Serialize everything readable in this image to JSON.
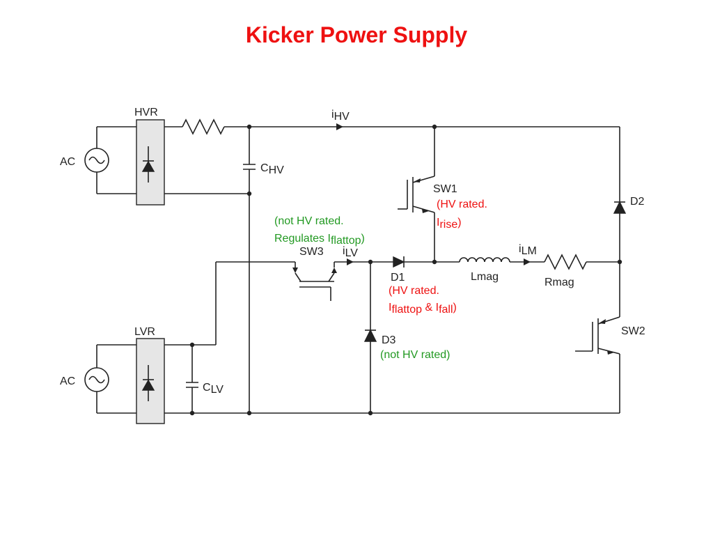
{
  "title": "Kicker Power Supply",
  "labels": {
    "hvr": "HVR",
    "lvr": "LVR",
    "ac": "AC",
    "c_hv": "C",
    "c_hv_sub": "HV",
    "c_lv": "C",
    "c_lv_sub": "LV",
    "i_hv": "i",
    "i_hv_sub": "HV",
    "i_lv": "i",
    "i_lv_sub": "LV",
    "i_lm": "i",
    "i_lm_sub": "LM",
    "sw1": "SW1",
    "sw2": "SW2",
    "sw3": "SW3",
    "d1": "D1",
    "d2": "D2",
    "d3": "D3",
    "lmag": "Lmag",
    "rmag": "Rmag"
  },
  "notes": {
    "sw1_line1": "(HV rated.",
    "sw1_line2_main": "I",
    "sw1_line2_sub": "rise",
    "sw1_line2_end": ")",
    "sw3_line1": "(not HV rated.",
    "sw3_line2_main": "Regulates I",
    "sw3_line2_sub": "flattop",
    "sw3_line2_end": ")",
    "d1_line1": "(HV rated.",
    "d1_line2_a": "I",
    "d1_line2_a_sub": "flattop",
    "d1_line2_mid": " & I",
    "d1_line2_b_sub": "fall",
    "d1_line2_end": ")",
    "d3_line": "(not HV rated)"
  },
  "colors": {
    "title": "#ee1111",
    "hv_note": "#ee1111",
    "lv_note": "#229922",
    "wire": "#222222",
    "rectifier_fill": "#e6e6e6"
  }
}
